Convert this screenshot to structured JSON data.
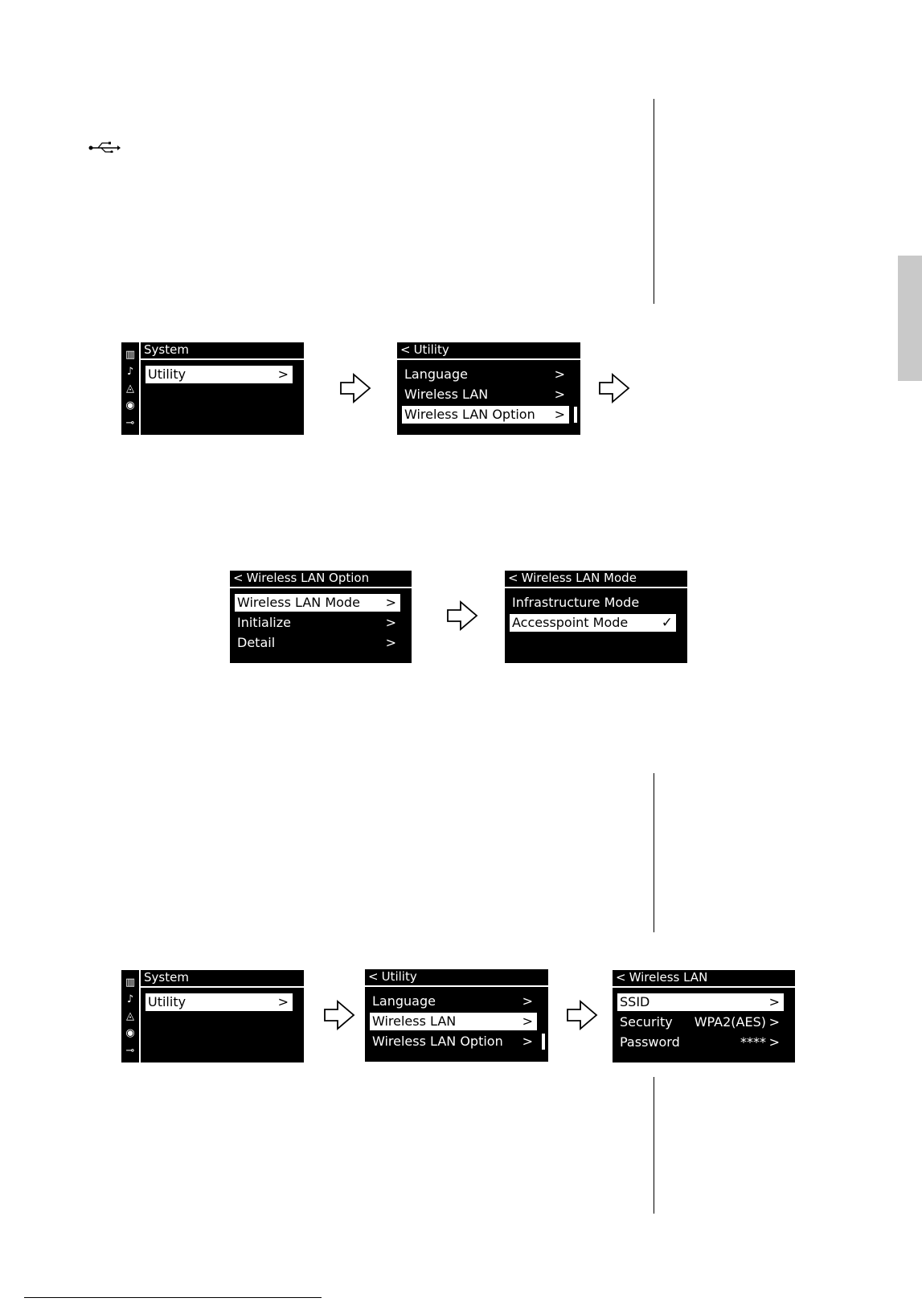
{
  "screens": {
    "system_1": {
      "title": "System",
      "side_icons": [
        "piano-keys-icon",
        "music-note-icon",
        "metronome-icon",
        "record-icon",
        "usb-plug-icon"
      ],
      "items": [
        {
          "label": "Utility",
          "selected": true
        }
      ]
    },
    "utility_1": {
      "title": "Utility",
      "items": [
        {
          "label": "Language",
          "selected": false
        },
        {
          "label": "Wireless LAN",
          "selected": false
        },
        {
          "label": "Wireless LAN Option",
          "selected": true
        }
      ]
    },
    "wlan_option": {
      "title": "Wireless LAN Option",
      "items": [
        {
          "label": "Wireless LAN Mode",
          "selected": true
        },
        {
          "label": "Initialize",
          "selected": false
        },
        {
          "label": "Detail",
          "selected": false
        }
      ]
    },
    "wlan_mode": {
      "title": "Wireless LAN Mode",
      "items": [
        {
          "label": "Infrastructure Mode",
          "selected": false
        },
        {
          "label": "Accesspoint Mode",
          "selected": true,
          "checked": true
        }
      ]
    },
    "system_2": {
      "title": "System",
      "items": [
        {
          "label": "Utility",
          "selected": true
        }
      ]
    },
    "utility_2": {
      "title": "Utility",
      "items": [
        {
          "label": "Language",
          "selected": false
        },
        {
          "label": "Wireless LAN",
          "selected": true
        },
        {
          "label": "Wireless LAN Option",
          "selected": false
        }
      ]
    },
    "wlan": {
      "title": "Wireless LAN",
      "items": [
        {
          "label": "SSID",
          "value": "",
          "selected": true
        },
        {
          "label": "Security",
          "value": "WPA2(AES)",
          "selected": false
        },
        {
          "label": "Password",
          "value": "****",
          "selected": false
        }
      ]
    }
  },
  "glyphs": {
    "back": "<",
    "chevron": ">",
    "check": "✓"
  }
}
